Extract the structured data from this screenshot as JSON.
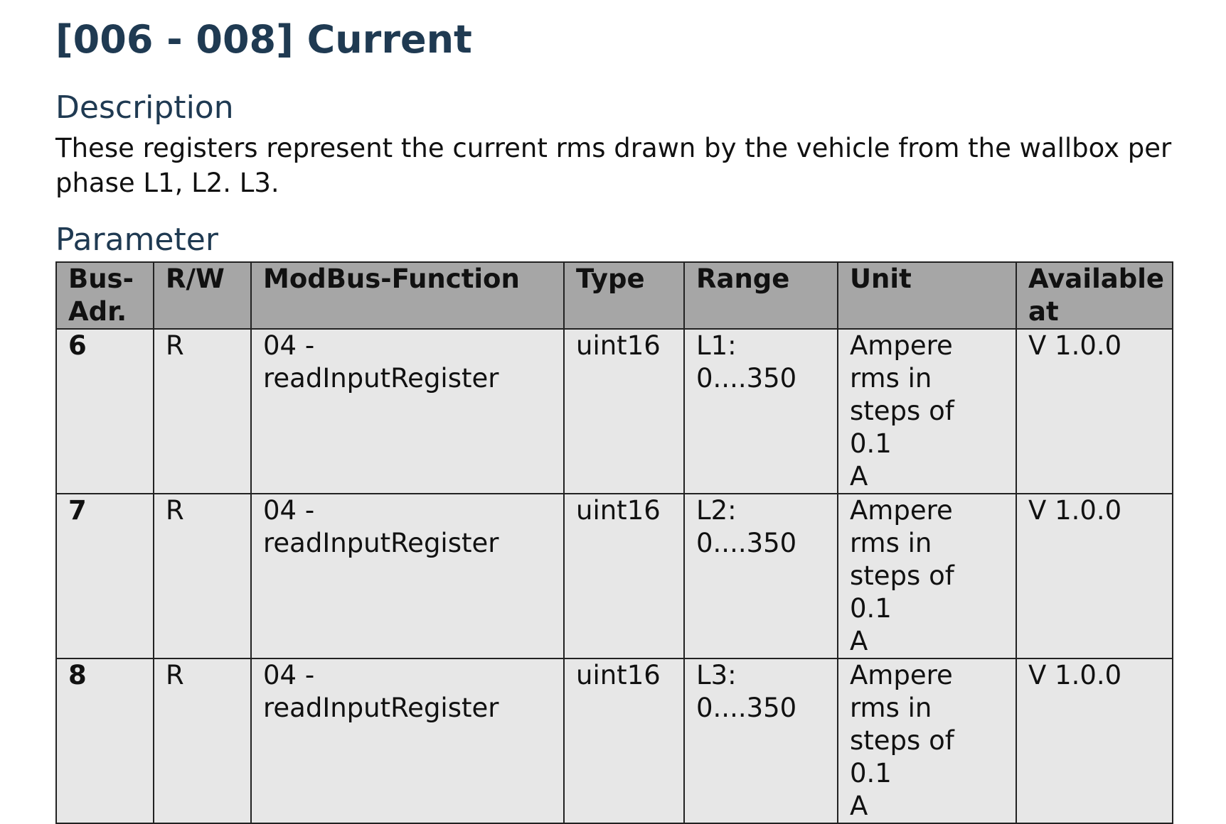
{
  "page": {
    "title": "[006 - 008] Current",
    "description_heading": "Description",
    "description_text": "These registers represent the current rms drawn by the vehicle from the wallbox per phase L1, L2. L3.",
    "parameter_heading": "Parameter"
  },
  "table": {
    "headers": [
      "Bus-\nAdr.",
      "R/W",
      "ModBus-Function",
      "Type",
      "Range",
      "Unit",
      "Available\nat"
    ],
    "rows": [
      {
        "bus_adr": "6",
        "rw": "R",
        "function": "04 -\nreadInputRegister",
        "type": "uint16",
        "range": "L1:\n0....350",
        "unit": "Ampere\nrms in\nsteps of 0.1\nA",
        "available": "V 1.0.0"
      },
      {
        "bus_adr": "7",
        "rw": "R",
        "function": "04 -\nreadInputRegister",
        "type": "uint16",
        "range": "L2:\n0....350",
        "unit": "Ampere\nrms in\nsteps of 0.1\nA",
        "available": "V 1.0.0"
      },
      {
        "bus_adr": "8",
        "rw": "R",
        "function": "04 -\nreadInputRegister",
        "type": "uint16",
        "range": "L3:\n0....350",
        "unit": "Ampere\nrms in\nsteps of 0.1\nA",
        "available": "V 1.0.0"
      }
    ]
  },
  "colors": {
    "heading": "#1f3a52",
    "table_header_bg": "#a6a6a6",
    "table_cell_bg": "#e7e7e7",
    "border": "#222222"
  }
}
